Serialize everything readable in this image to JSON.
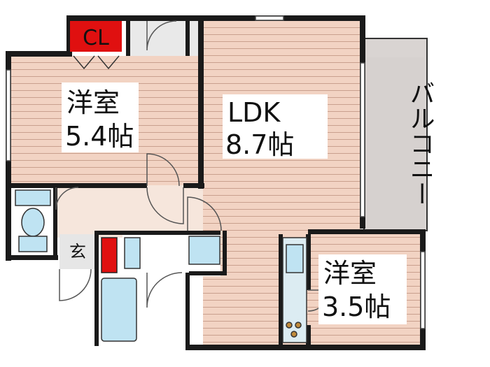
{
  "rooms": {
    "western_room_1": {
      "name": "洋室",
      "size": "5.4帖"
    },
    "ldk": {
      "name": "LDK",
      "size": "8.7帖"
    },
    "western_room_2": {
      "name": "洋室",
      "size": "3.5帖"
    },
    "balcony": {
      "name": "バルコニー"
    },
    "closet": {
      "name": "CL"
    },
    "entrance": {
      "name": "玄"
    }
  },
  "colors": {
    "wood_floor": "#f2d3c3",
    "wood_line": "#c9a08e",
    "balcony": "#d9d4d2",
    "closet_badge": "#e01010",
    "fixture_blue": "#bfe3f2",
    "wall": "#1a1a1a"
  }
}
